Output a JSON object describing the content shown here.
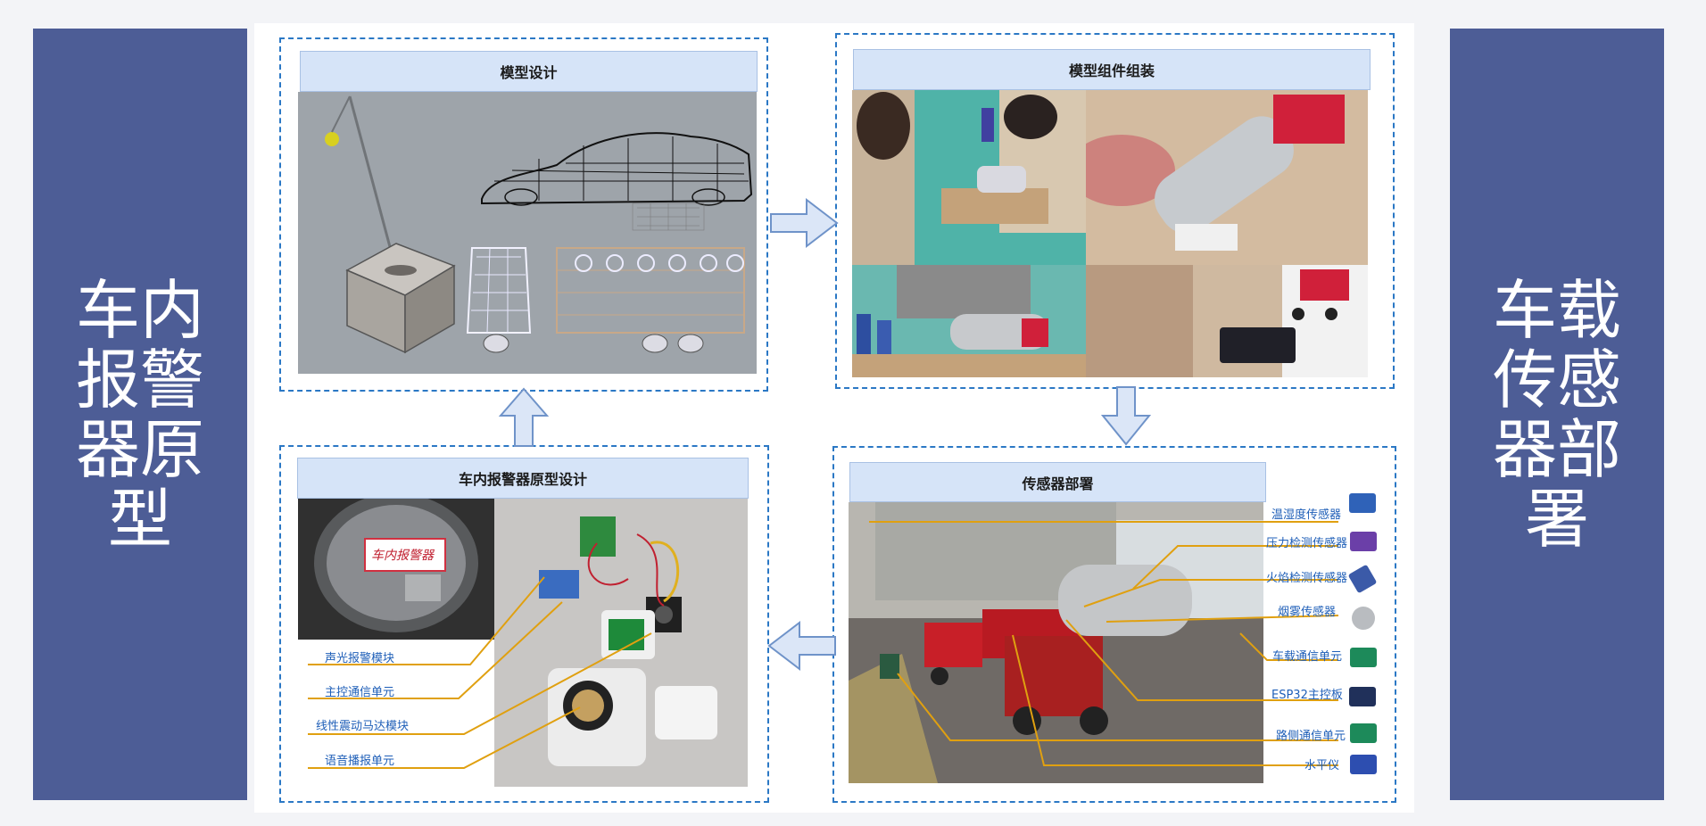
{
  "left_panel": {
    "text": "车内报警器原型"
  },
  "right_panel": {
    "text": "车载传感器部署"
  },
  "sections": {
    "model_design": {
      "title": "模型设计"
    },
    "assembly": {
      "title": "模型组件组装"
    },
    "sensor_deploy": {
      "title": "传感器部署",
      "labels": [
        "温湿度传感器",
        "压力检测传感器",
        "火焰检测传感器",
        "烟雾传感器",
        "车载通信单元",
        "ESP32主控板",
        "路侧通信单元",
        "水平仪"
      ]
    },
    "alarm_design": {
      "title": "车内报警器原型设计",
      "labels": [
        "声光报警模块",
        "主控通信单元",
        "线性震动马达模块",
        "语音播报单元"
      ],
      "handwritten_tag": "车内报警器"
    }
  },
  "colors": {
    "panel": "#4d5d96",
    "dashed_border": "#2b78c5",
    "title_bg": "#d6e4f8",
    "leader_line": "#e0a010",
    "label_text": "#1f5fb8",
    "arrow_fill": "#dbe6f7",
    "arrow_stroke": "#6f93c9"
  }
}
